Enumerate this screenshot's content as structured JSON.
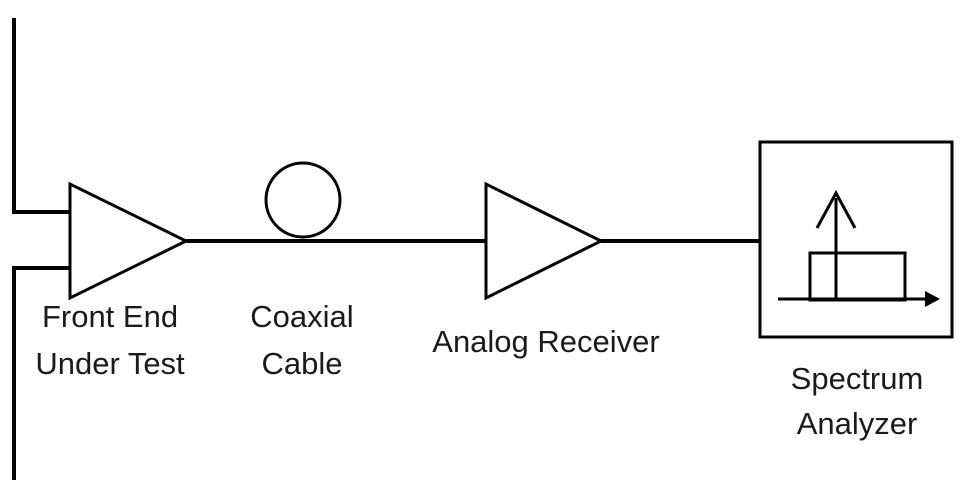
{
  "blocks": {
    "front_end": {
      "line1": "Front End",
      "line2": "Under Test"
    },
    "coax": {
      "line1": "Coaxial",
      "line2": "Cable"
    },
    "receiver": {
      "line1": "Analog Receiver"
    },
    "analyzer": {
      "line1": "Spectrum",
      "line2": "Analyzer"
    }
  },
  "colors": {
    "stroke": "#000000",
    "text": "#1a1a1a",
    "background": "#ffffff"
  }
}
